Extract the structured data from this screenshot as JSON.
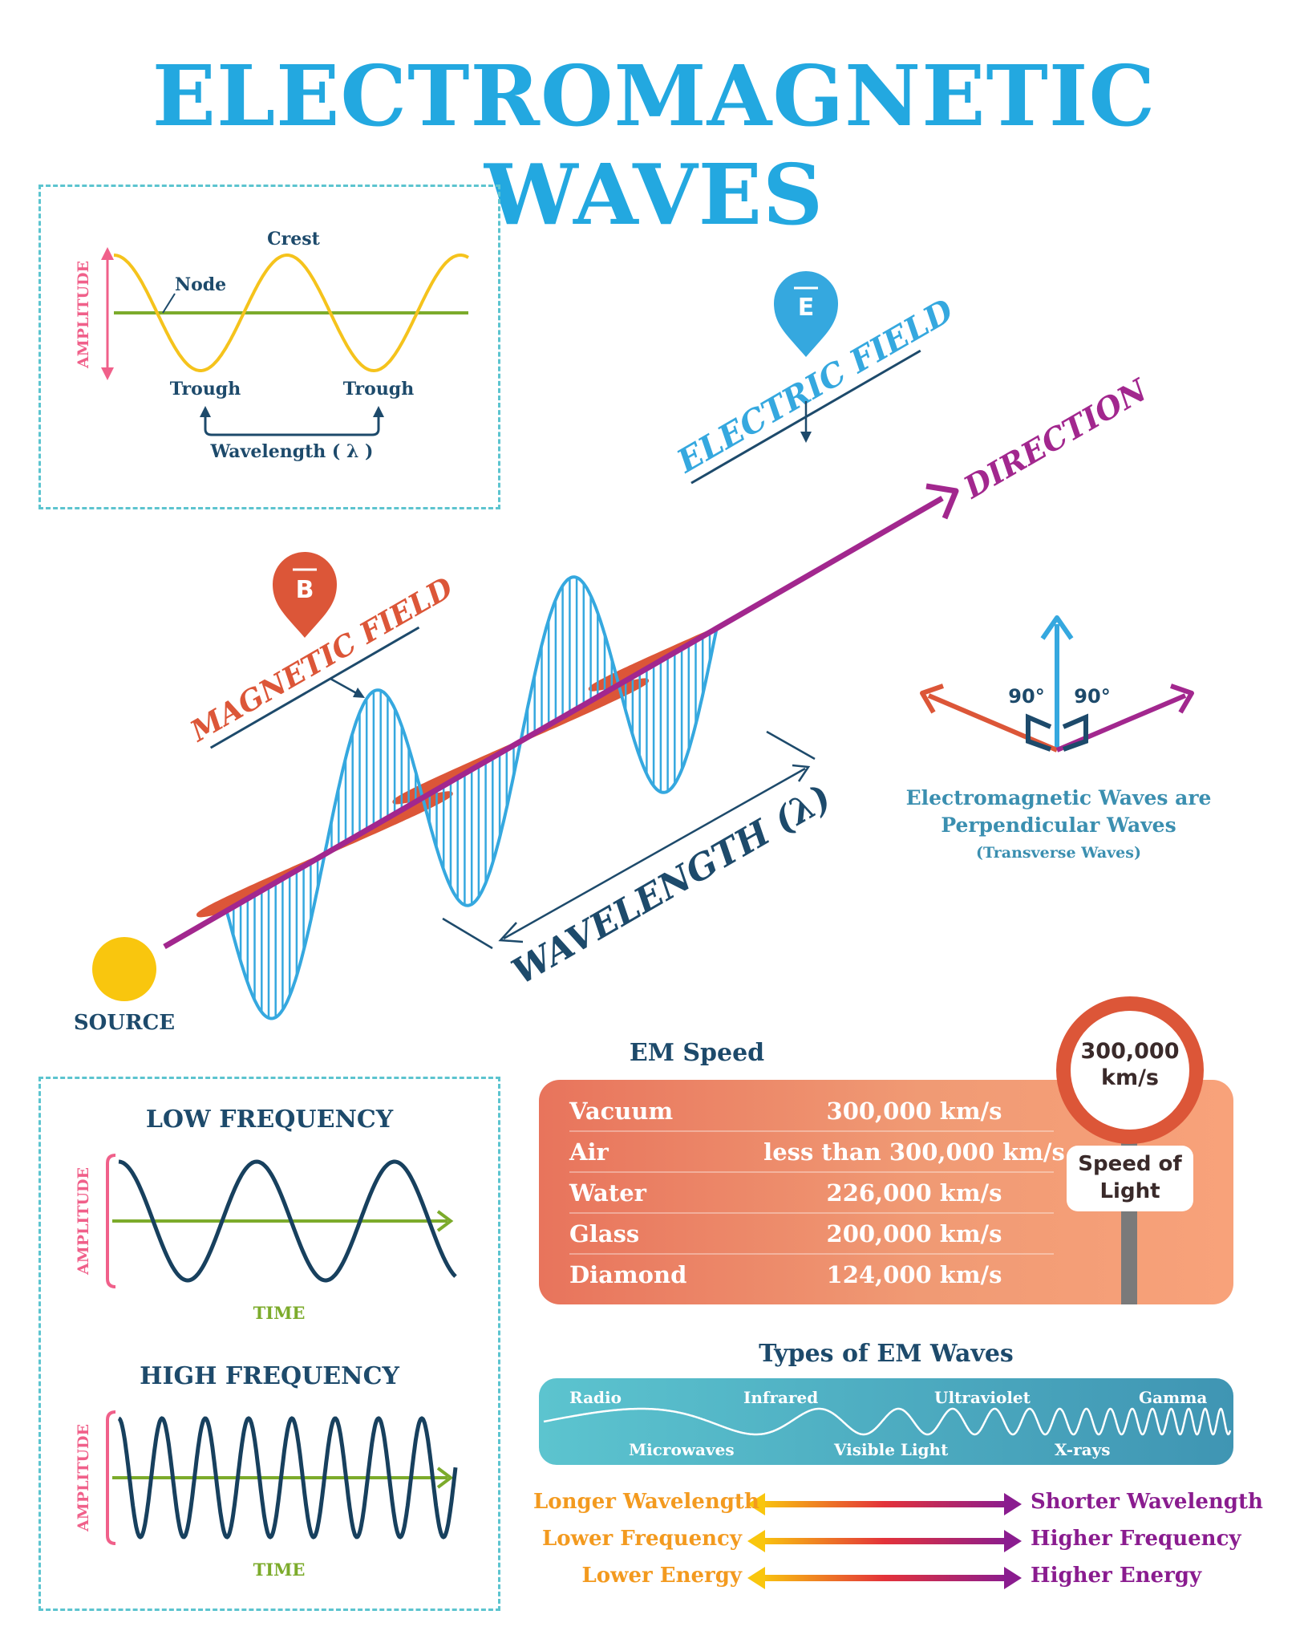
{
  "title": "ELECTROMAGNETIC WAVES",
  "wave_anatomy": {
    "amplitude": "AMPLITUDE",
    "crest": "Crest",
    "node": "Node",
    "trough_left": "Trough",
    "trough_right": "Trough",
    "wavelength": "Wavelength ( λ )"
  },
  "main_diagram": {
    "electric_field": "ELECTRIC FIELD",
    "electric_symbol": "E",
    "magnetic_field": "MAGNETIC FIELD",
    "magnetic_symbol": "B",
    "direction": "DIRECTION",
    "wavelength": "WAVELENGTH (λ)",
    "source": "SOURCE",
    "colors": {
      "electric": "#35a8df",
      "magnetic": "#dc5638",
      "direction": "#a2278e",
      "source": "#f9c60e"
    }
  },
  "perpendicular": {
    "angle_left": "90°",
    "angle_right": "90°",
    "line1": "Electromagnetic Waves are",
    "line2": "Perpendicular Waves",
    "line3": "(Transverse Waves)"
  },
  "frequency": {
    "low_title": "LOW FREQUENCY",
    "high_title": "HIGH FREQUENCY",
    "amplitude": "AMPLITUDE",
    "time": "TIME"
  },
  "em_speed": {
    "title": "EM Speed",
    "rows": [
      {
        "medium": "Vacuum",
        "speed": "300,000 km/s"
      },
      {
        "medium": "Air",
        "speed": "less than 300,000 km/s"
      },
      {
        "medium": "Water",
        "speed": "226,000 km/s"
      },
      {
        "medium": "Glass",
        "speed": "200,000 km/s"
      },
      {
        "medium": "Diamond",
        "speed": "124,000 km/s"
      }
    ],
    "sign_value_1": "300,000",
    "sign_value_2": "km/s",
    "sign_label_1": "Speed of",
    "sign_label_2": "Light"
  },
  "em_types": {
    "title": "Types of EM Waves",
    "top_labels": [
      "Radio",
      "Infrared",
      "Ultraviolet",
      "Gamma"
    ],
    "bottom_labels": [
      "Microwaves",
      "Visible Light",
      "X-rays"
    ],
    "scale": [
      {
        "left": "Longer Wavelength",
        "right": "Shorter Wavelength"
      },
      {
        "left": "Lower Frequency",
        "right": "Higher Frequency"
      },
      {
        "left": "Lower Energy",
        "right": "Higher Energy"
      }
    ]
  }
}
